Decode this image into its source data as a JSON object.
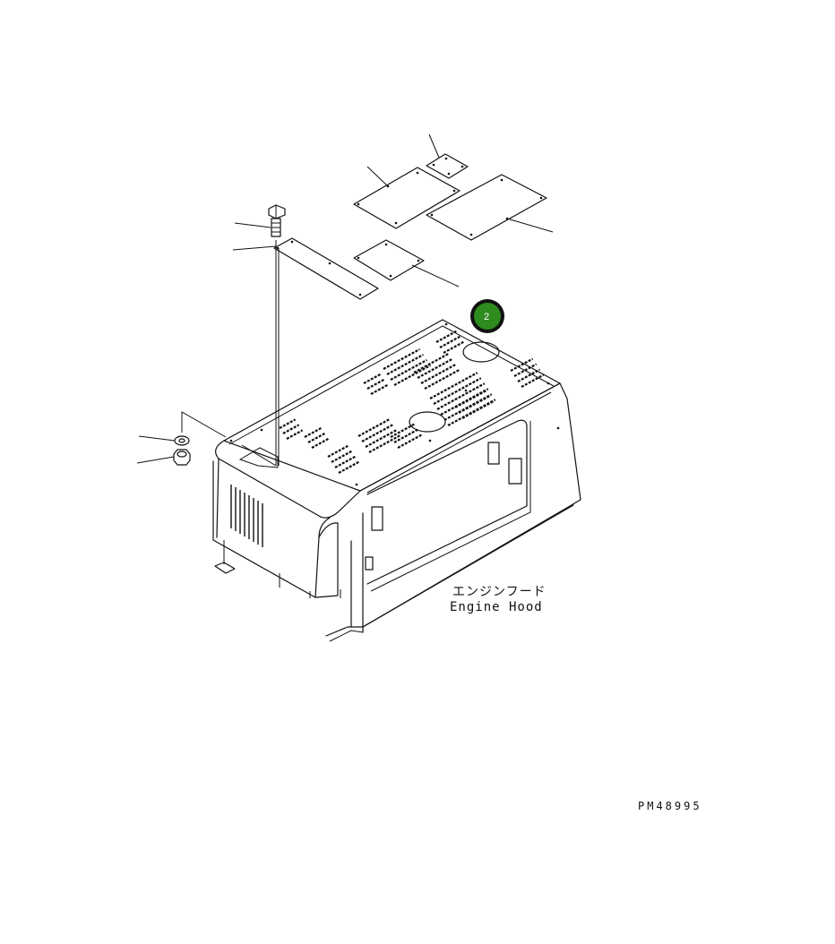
{
  "diagram": {
    "label_jp": "エンジンフード",
    "label_en": "Engine Hood",
    "drawing_number": "PM48995",
    "callout": {
      "number": "2",
      "color": "#2e8b1e",
      "ring_color": "#111111"
    }
  }
}
